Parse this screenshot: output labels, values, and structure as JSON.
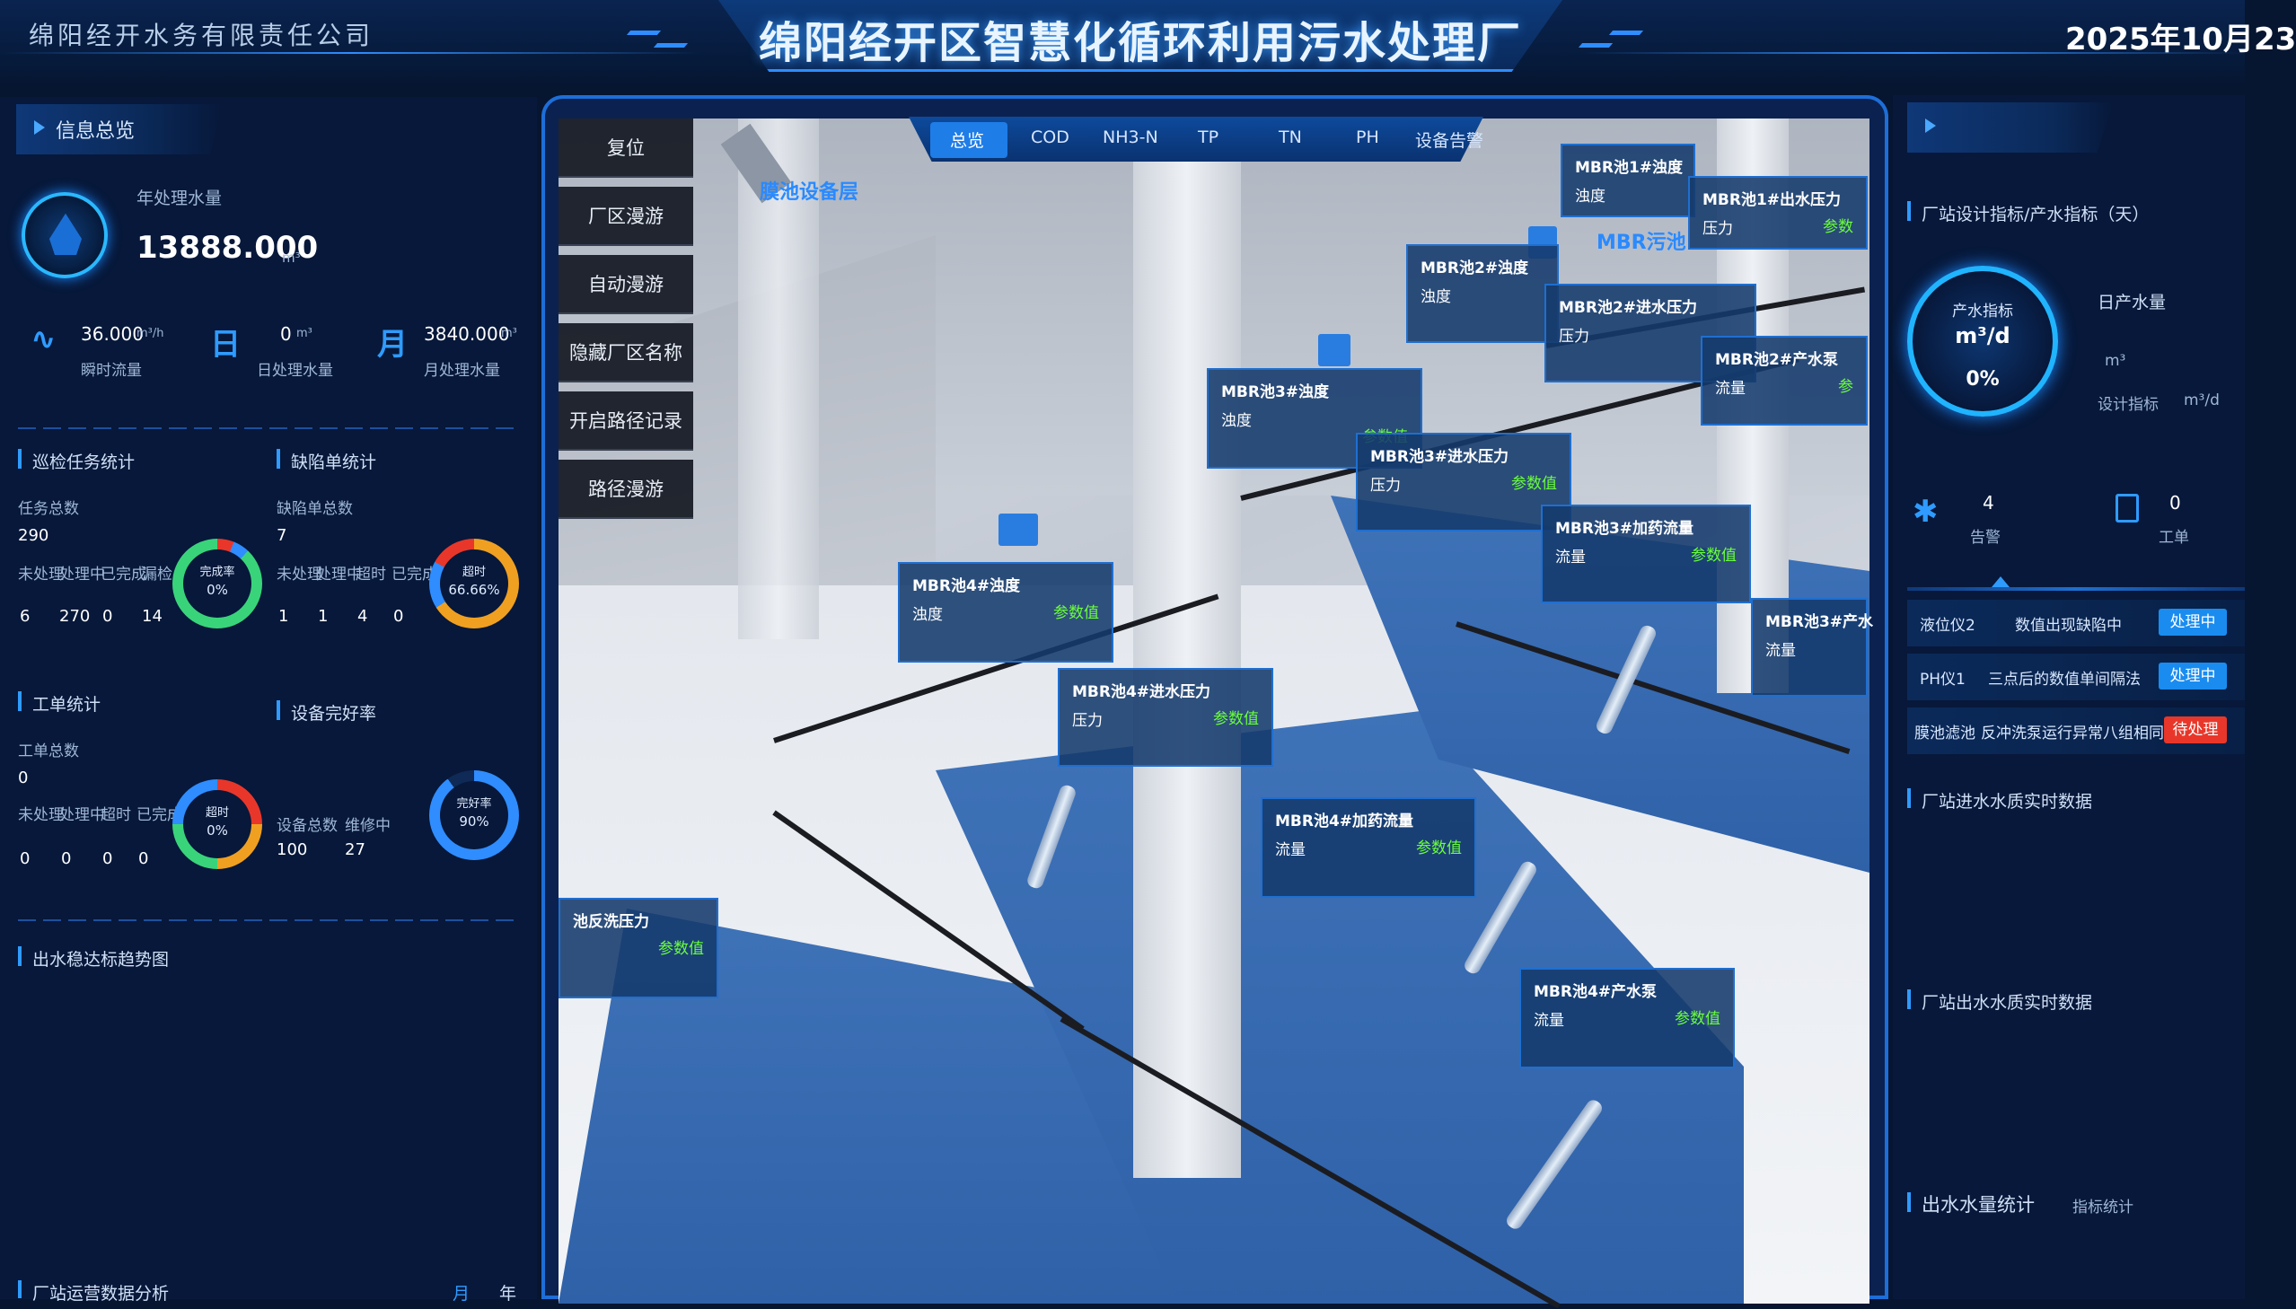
{
  "header": {
    "company": "绵阳经开水务有限责任公司",
    "title": "绵阳经开区智慧化循环利用污水处理厂",
    "date": "2025年10月23"
  },
  "left": {
    "info_title": "信息总览",
    "annual_label": "年处理水量",
    "annual_value": "13888.000",
    "annual_unit": "m³",
    "stats": [
      {
        "icon": "∿",
        "icon_name": "pulse-icon",
        "value": "36.000",
        "unit": "m³/h",
        "label": "瞬时流量"
      },
      {
        "icon": "日",
        "icon_name": "day-icon",
        "value": "0",
        "unit": "m³",
        "label": "日处理水量"
      },
      {
        "icon": "月",
        "icon_name": "month-icon",
        "value": "3840.000",
        "unit": "m³",
        "label": "月处理水量"
      }
    ],
    "task_section": {
      "title": "巡检任务统计",
      "total_label": "任务总数",
      "total_value": "290",
      "cols": [
        "未处理",
        "处理中",
        "已完成",
        "漏检"
      ],
      "values": [
        "6",
        "270",
        "0",
        "14"
      ],
      "ring_label": "完成率",
      "ring_value": "0%"
    },
    "defect_section": {
      "title": "缺陷单统计",
      "total_label": "缺陷单总数",
      "total_value": "7",
      "cols": [
        "未处理",
        "处理中",
        "超时",
        "已完成"
      ],
      "values": [
        "1",
        "1",
        "4",
        "0"
      ],
      "ring_label": "超时",
      "ring_value": "66.66%"
    },
    "workorder_section": {
      "title": "工单统计",
      "total_label": "工单总数",
      "total_value": "0",
      "cols": [
        "未处理",
        "处理中",
        "超时",
        "已完成"
      ],
      "values": [
        "0",
        "0",
        "0",
        "0"
      ],
      "ring_label": "超时",
      "ring_value": "0%"
    },
    "equip_section": {
      "title": "设备完好率",
      "cols": [
        "设备总数",
        "维修中"
      ],
      "values": [
        "100",
        "27"
      ],
      "ring_label": "完好率",
      "ring_value": "90%"
    },
    "trend_title": "出水稳达标趋势图",
    "bottom_title": "厂站运营数据分析",
    "bottom_tabs": [
      "月",
      "年"
    ]
  },
  "center": {
    "controls": [
      "复位",
      "厂区漫游",
      "自动漫游",
      "隐藏厂区名称",
      "开启路径记录",
      "路径漫游"
    ],
    "tabs": [
      "总览",
      "COD",
      "NH3-N",
      "TP",
      "TN",
      "PH",
      "设备告警"
    ],
    "active_tab": 0,
    "scene_labels": [
      "膜池设备层",
      "MBR污池"
    ],
    "cards": [
      {
        "title": "MBR池1#浊度",
        "label": "浊度",
        "value": ""
      },
      {
        "title": "MBR池1#出水压力",
        "label": "压力",
        "value": "参数"
      },
      {
        "title": "MBR池2#浊度",
        "label": "浊度",
        "value": ""
      },
      {
        "title": "MBR池2#进水压力",
        "label": "压力",
        "value": ""
      },
      {
        "title": "MBR池2#产水泵",
        "label": "流量",
        "value": "参"
      },
      {
        "title": "MBR池3#浊度",
        "label": "浊度",
        "value": "参数值"
      },
      {
        "title": "MBR池3#进水压力",
        "label": "压力",
        "value": "参数值"
      },
      {
        "title": "MBR池3#加药流量",
        "label": "流量",
        "value": "参数值"
      },
      {
        "title": "MBR池3#产水",
        "label": "流量",
        "value": ""
      },
      {
        "title": "MBR池4#浊度",
        "label": "浊度",
        "value": "参数值"
      },
      {
        "title": "MBR池4#进水压力",
        "label": "压力",
        "value": "参数值"
      },
      {
        "title": "MBR池4#加药流量",
        "label": "流量",
        "value": "参数值"
      },
      {
        "title": "MBR池4#产水泵",
        "label": "流量",
        "value": "参数值"
      },
      {
        "title": "池反洗压力",
        "label": "",
        "value": "参数值"
      }
    ]
  },
  "right": {
    "plan_title": "厂站设计指标/产水指标（天）",
    "ring_lines": [
      "产水指标",
      "m³/d",
      "0%"
    ],
    "daily_label": "日产水量",
    "daily_unit": "m³",
    "design_label": "设计指标",
    "design_unit": "m³/d",
    "alarm_label": "告警",
    "alarm_value": "4",
    "order_label": "工单",
    "order_value": "0",
    "events": [
      {
        "device": "液位仪2",
        "desc": "数值出现缺陷中",
        "status": "处理中",
        "color": "blue"
      },
      {
        "device": "PH仪1",
        "desc": "三点后的数值单间隔法",
        "status": "处理中",
        "color": "blue"
      },
      {
        "device": "膜池滤池",
        "desc": "反冲洗泵运行异常八组相同",
        "status": "待处理",
        "color": "red"
      }
    ],
    "inflow_title": "厂站进水水质实时数据",
    "outflow_title": "厂站出水水质实时数据",
    "bottom_title": "出水水量统计",
    "bottom_sub": "指标统计"
  },
  "colors": {
    "bg": "#061530",
    "accent": "#2f8dff",
    "green_value": "#6bff3a",
    "badge_blue": "#1a8cf0",
    "badge_red": "#e8372a"
  }
}
